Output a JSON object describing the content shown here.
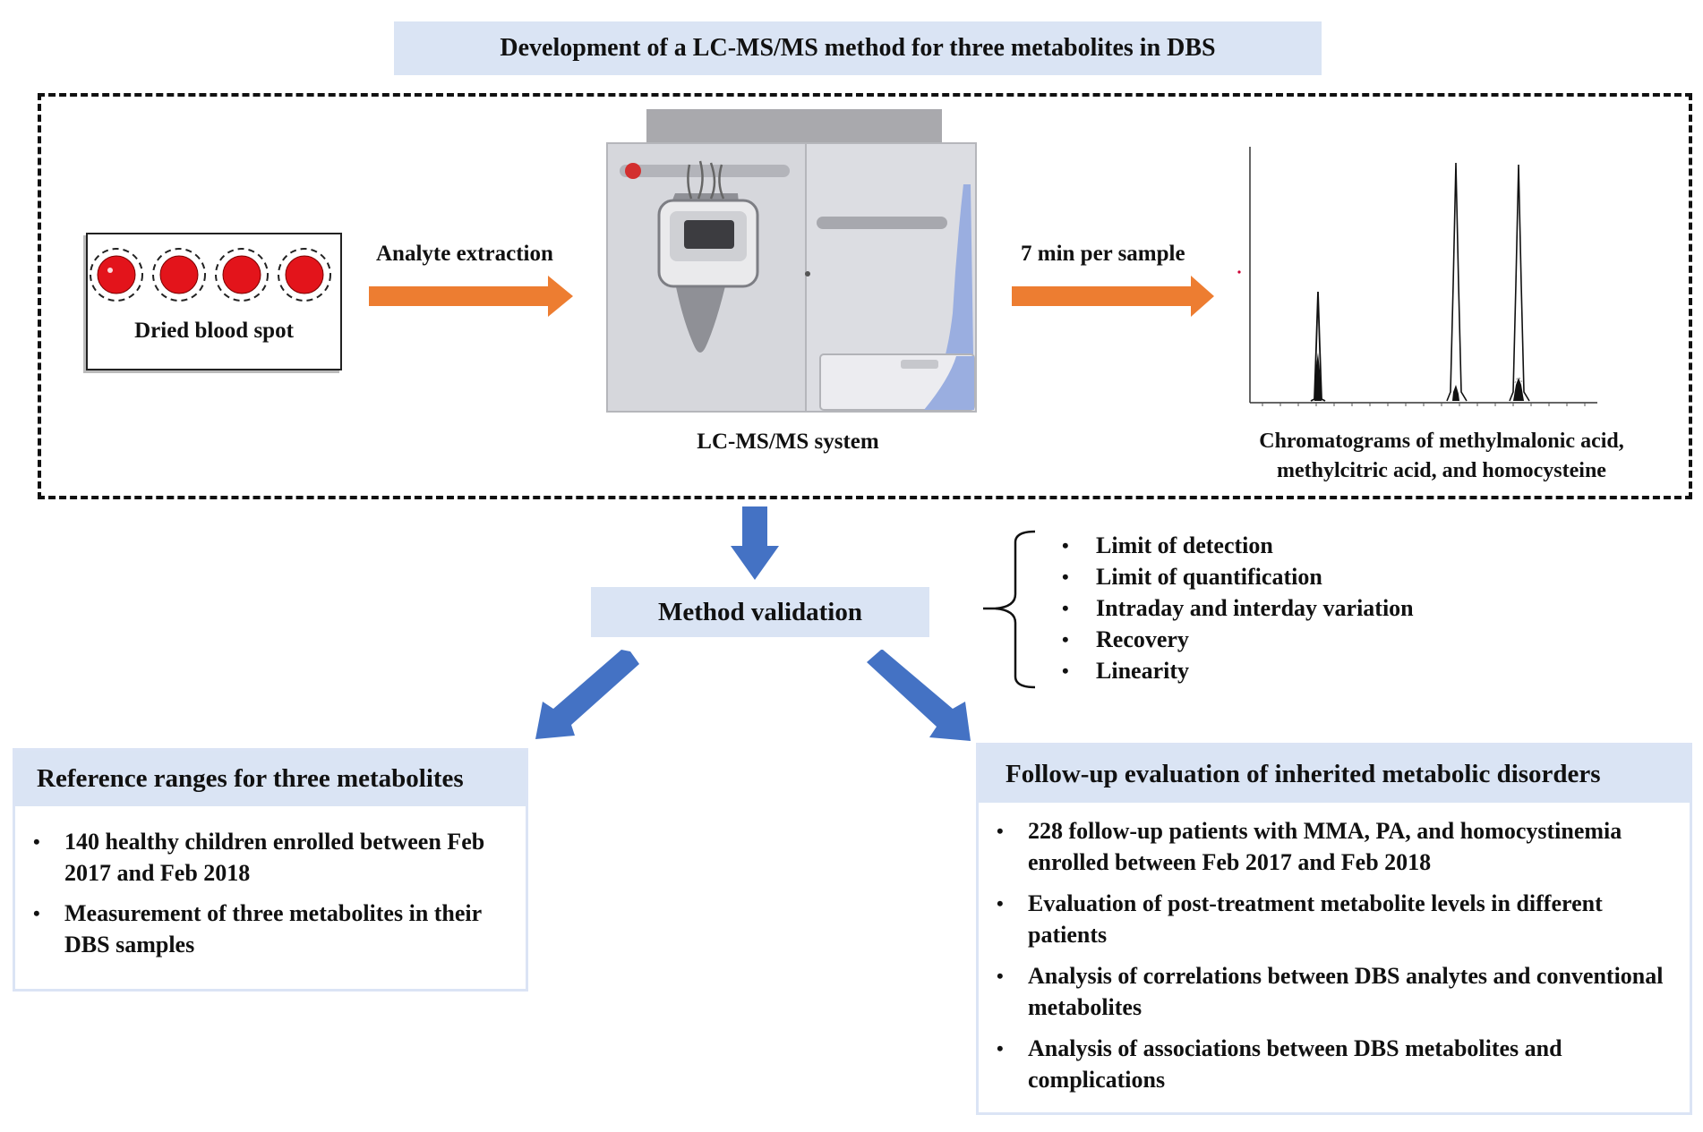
{
  "title": "Development of a LC-MS/MS method for three metabolites in DBS",
  "dbs": {
    "label": "Dried blood spot",
    "spot_count": 4
  },
  "steps": {
    "extraction_label": "Analyte extraction",
    "system_label": "LC-MS/MS system",
    "time_label": "7 min per sample",
    "chromatogram_label_line1": "Chromatograms of methylmalonic acid,",
    "chromatogram_label_line2": "methylcitric acid, and homocysteine"
  },
  "validation": {
    "title": "Method validation",
    "items": [
      "Limit of detection",
      "Limit of quantification",
      "Intraday and interday variation",
      "Recovery",
      "Linearity"
    ]
  },
  "reference": {
    "title": "Reference ranges for three metabolites",
    "items": [
      "140 healthy children enrolled between Feb 2017 and Feb 2018",
      "Measurement of three metabolites in their DBS samples"
    ]
  },
  "followup": {
    "title": "Follow-up evaluation of inherited metabolic disorders",
    "items": [
      "228 follow-up patients with MMA, PA, and homocystinemia enrolled between Feb 2017 and Feb 2018",
      "Evaluation of post-treatment metabolite levels in different patients",
      "Analysis of correlations between DBS analytes and conventional metabolites",
      "Analysis of associations between DBS metabolites and complications"
    ]
  },
  "colors": {
    "box_fill": "#dae4f4",
    "orange_arrow": "#ed7d31",
    "blue_arrow": "#4472c4",
    "blood_red": "#e3141b"
  }
}
